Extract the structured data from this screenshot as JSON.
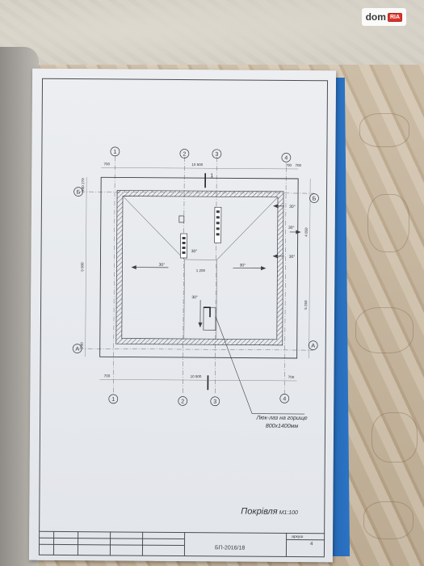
{
  "watermark": {
    "brand_main": "dom",
    "brand_badge": "RIA"
  },
  "drawing": {
    "axes_top": [
      "1",
      "2",
      "3",
      "4"
    ],
    "axes_bottom": [
      "1",
      "2",
      "3",
      "4"
    ],
    "axes_left": [
      "Б",
      "А"
    ],
    "axes_right": [
      "Б",
      "А"
    ],
    "dims_top": [
      "700",
      "10 500",
      "700",
      "700"
    ],
    "dims_bottom": [
      "700",
      "10 500",
      "700"
    ],
    "dims_left": [
      "700",
      "9 000",
      "700",
      "270"
    ],
    "dims_right": [
      "4 050",
      "5 250"
    ],
    "dim_center": "1 200",
    "section_mark": "1",
    "slopes": [
      "30°",
      "30°",
      "30°",
      "30°",
      "30°",
      "30°",
      "30°"
    ],
    "hatch_note_line1": "Люк-лаз на горище",
    "hatch_note_line2": "800х1400мм"
  },
  "sheet": {
    "title": "Покрівля",
    "scale": "М1:100",
    "code": "БП-2016/18",
    "stamp_label": "аркуш",
    "page": "4"
  }
}
